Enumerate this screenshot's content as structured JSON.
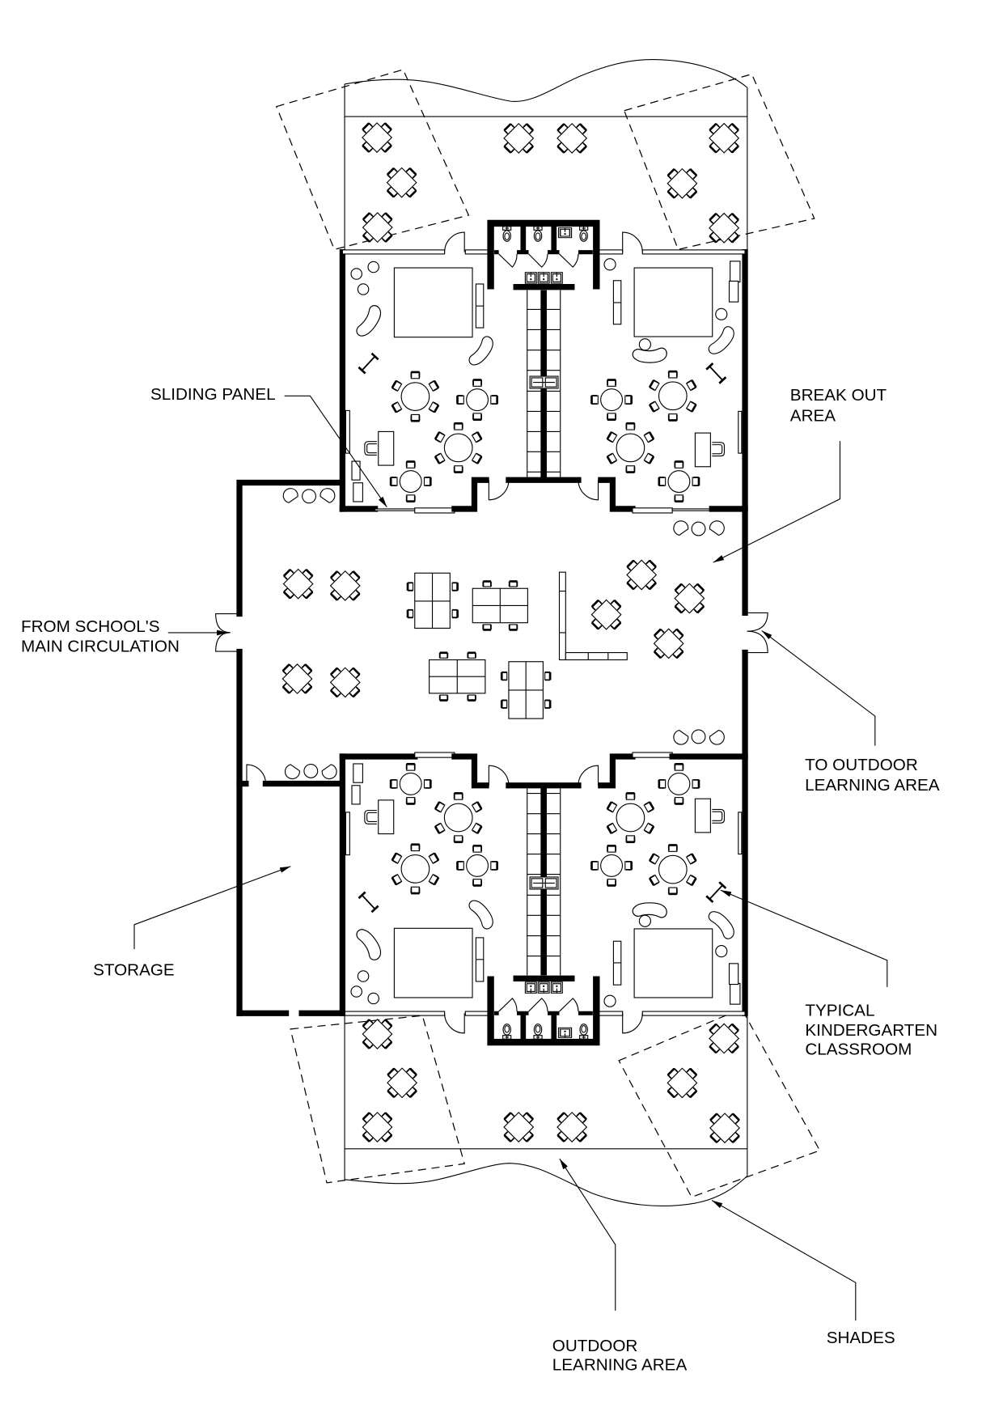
{
  "callouts": {
    "sliding_panel": [
      "SLIDING PANEL"
    ],
    "break_out_area": [
      "BREAK OUT",
      "AREA"
    ],
    "main_circulation": [
      "FROM SCHOOL'S",
      "MAIN CIRCULATION"
    ],
    "to_outdoor": [
      "TO OUTDOOR",
      "LEARNING AREA"
    ],
    "storage": [
      "STORAGE"
    ],
    "typical_classroom": [
      "TYPICAL",
      "KINDERGARTEN",
      "CLASSROOM"
    ],
    "outdoor_learning_area": [
      "OUTDOOR",
      "LEARNING AREA"
    ],
    "shades": [
      "SHADES"
    ]
  },
  "colors": {
    "ink": "#000000",
    "paper": "#ffffff"
  }
}
